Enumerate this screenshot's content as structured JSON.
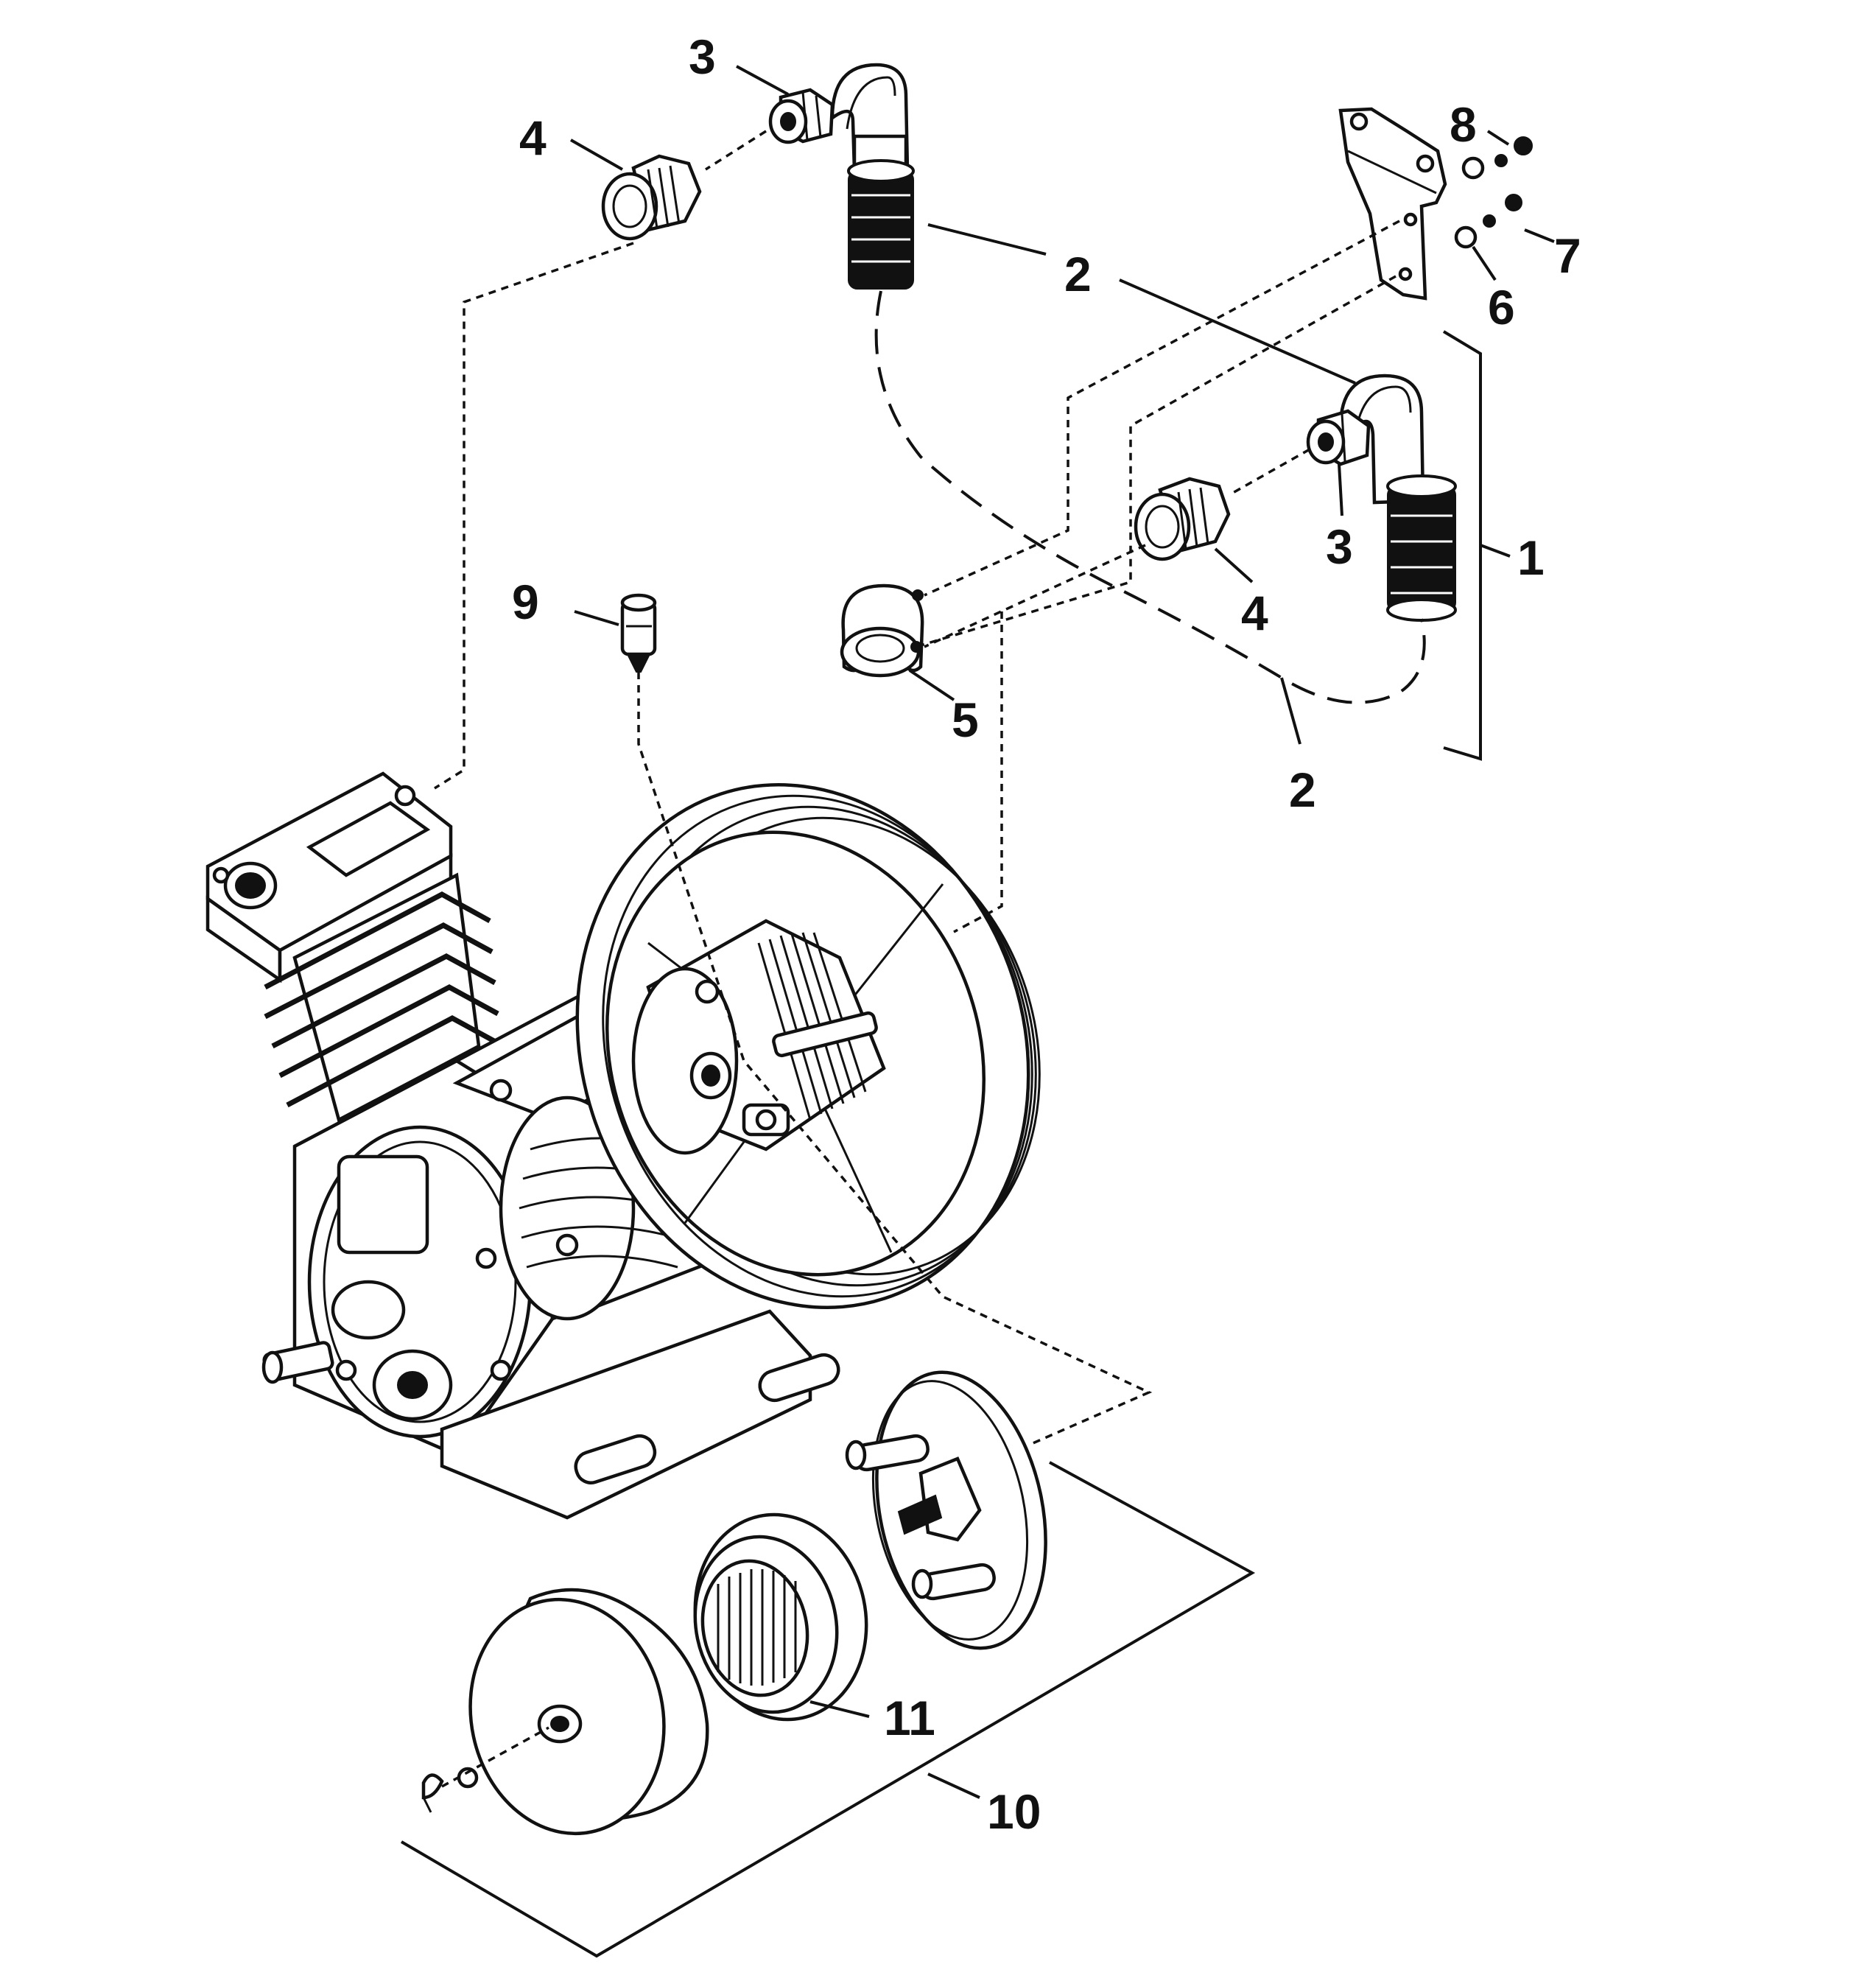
{
  "diagram": {
    "callouts": [
      {
        "id": "c1",
        "text": "1"
      },
      {
        "id": "c2a",
        "text": "2"
      },
      {
        "id": "c2b",
        "text": "2"
      },
      {
        "id": "c3a",
        "text": "3"
      },
      {
        "id": "c3b",
        "text": "3"
      },
      {
        "id": "c4a",
        "text": "4"
      },
      {
        "id": "c4b",
        "text": "4"
      },
      {
        "id": "c5",
        "text": "5"
      },
      {
        "id": "c6",
        "text": "6"
      },
      {
        "id": "c7",
        "text": "7"
      },
      {
        "id": "c8",
        "text": "8"
      },
      {
        "id": "c9",
        "text": "9"
      },
      {
        "id": "c10",
        "text": "10"
      },
      {
        "id": "c11",
        "text": "11"
      }
    ]
  }
}
